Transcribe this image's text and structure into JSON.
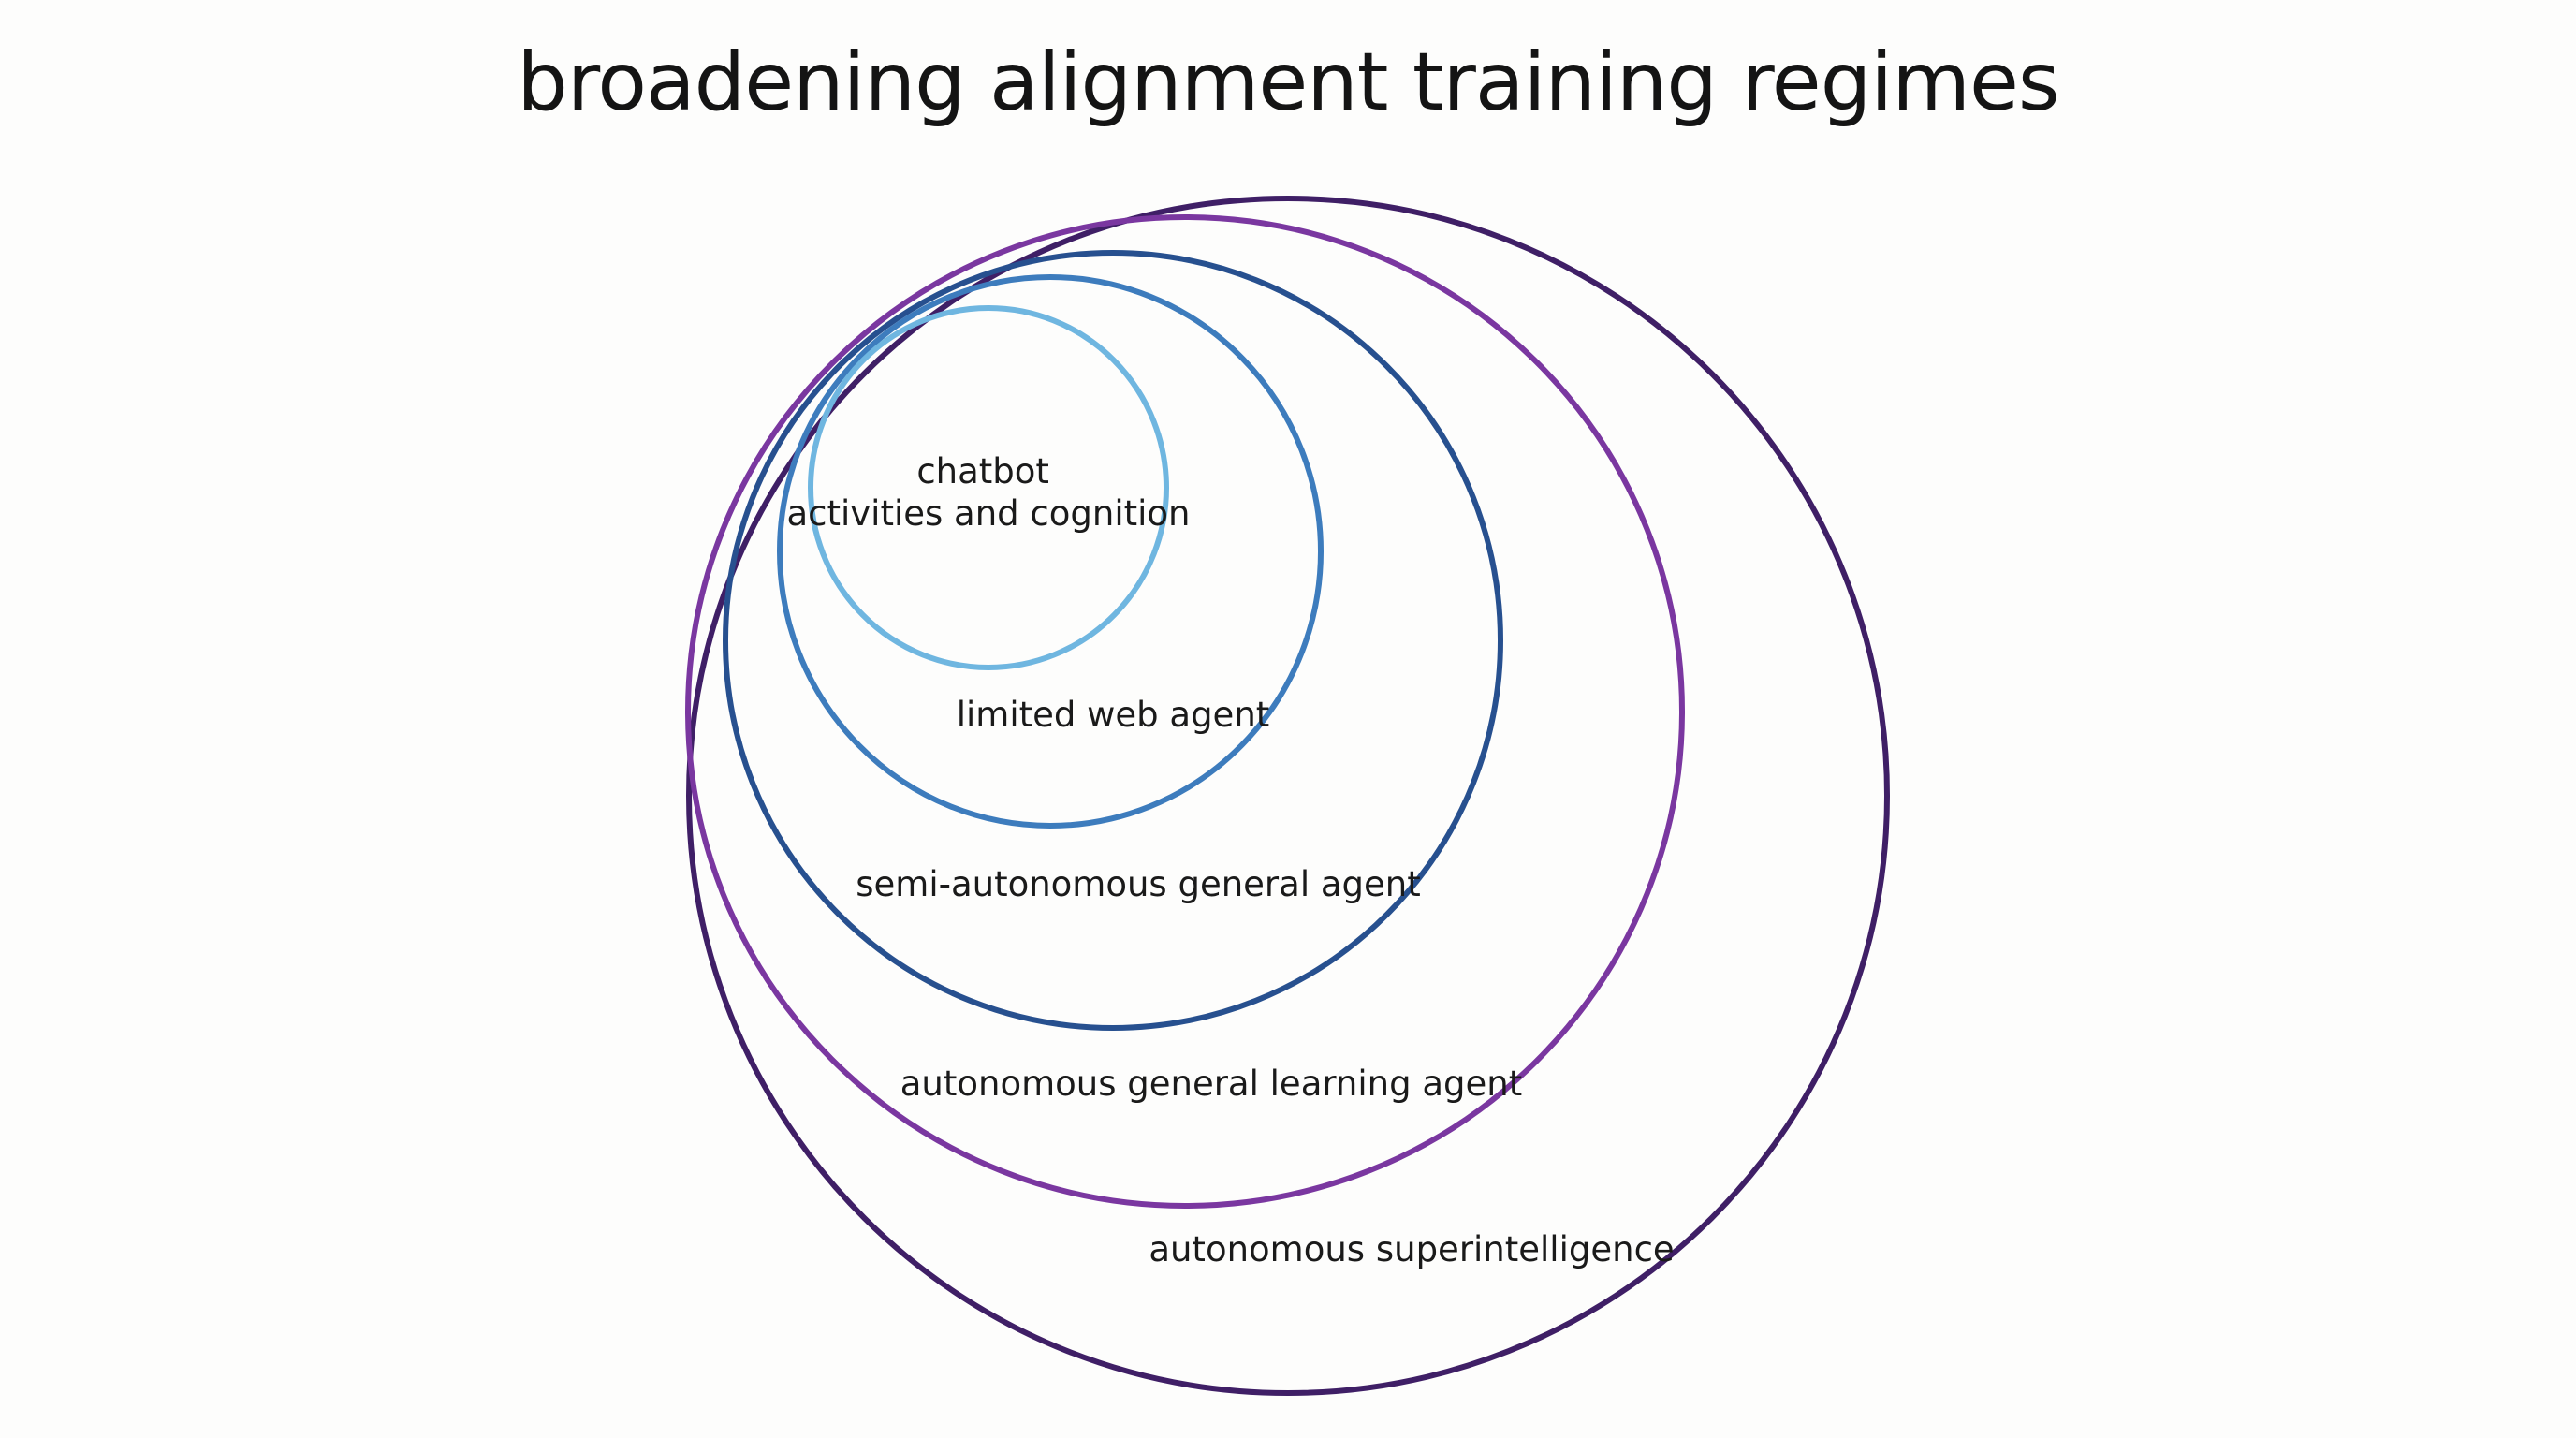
{
  "title": "broadening alignment training regimes",
  "regimes": [
    {
      "lines": [
        "chatbot",
        "activities and cognition"
      ],
      "color": "#6fb6e0"
    },
    {
      "lines": [
        "limited web agent"
      ],
      "color": "#3d7cbd"
    },
    {
      "lines": [
        "semi-autonomous general agent"
      ],
      "color": "#27508f"
    },
    {
      "lines": [
        "autonomous general learning agent"
      ],
      "color": "#7a37a0"
    },
    {
      "lines": [
        "autonomous superintelligence"
      ],
      "color": "#3f1f66"
    }
  ]
}
